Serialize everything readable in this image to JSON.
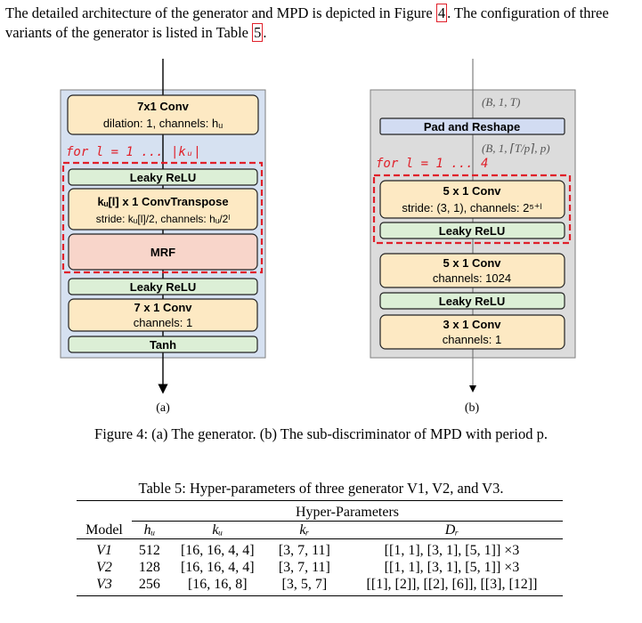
{
  "intro": {
    "part1": "The detailed architecture of the generator and MPD is depicted in Figure ",
    "fig_ref": "4",
    "part2": ". The configuration of three variants of the generator is listed in Table ",
    "table_ref": "5",
    "part3": "."
  },
  "generator": {
    "conv_in_title": "7x1 Conv",
    "conv_in_sub": "dilation: 1, channels: hᵤ",
    "loop_label": "for  l = 1 ... |kᵤ|",
    "leaky1": "Leaky ReLU",
    "convt_title": "kᵤ[l] x 1  ConvTranspose",
    "convt_sub": "stride: kᵤ[l]/2, channels: hᵤ/2ˡ",
    "mrf": "MRF",
    "leaky2": "Leaky ReLU",
    "conv_out_title": "7 x 1  Conv",
    "conv_out_sub": "channels: 1",
    "tanh": "Tanh",
    "label": "(a)"
  },
  "mpd": {
    "shape_in": "(B, 1, T)",
    "pad": "Pad and Reshape",
    "shape_mid": "(B, 1, ⌈T/p⌉, p)",
    "loop_label": "for  l = 1 ... 4",
    "conv1_title": "5 x 1  Conv",
    "conv1_sub": "stride: (3, 1), channels: 2⁵⁺ˡ",
    "leaky1": "Leaky ReLU",
    "conv2_title": "5 x 1  Conv",
    "conv2_sub": "channels: 1024",
    "leaky2": "Leaky ReLU",
    "conv3_title": "3 x 1  Conv",
    "conv3_sub": "channels: 1",
    "label": "(b)"
  },
  "figure_caption": "Figure 4: (a) The generator. (b) The sub-discriminator of MPD with period p.",
  "table": {
    "caption": "Table 5: Hyper-parameters of three generator V1, V2, and V3.",
    "group_header": "Hyper-Parameters",
    "columns": [
      "Model",
      "hᵤ",
      "kᵤ",
      "kᵣ",
      "Dᵣ"
    ],
    "rows": [
      [
        "V1",
        "512",
        "[16, 16, 4, 4]",
        "[3, 7, 11]",
        "[[1, 1], [3, 1], [5, 1]] ×3"
      ],
      [
        "V2",
        "128",
        "[16, 16, 4, 4]",
        "[3, 7, 11]",
        "[[1, 1], [3, 1], [5, 1]] ×3"
      ],
      [
        "V3",
        "256",
        "[16, 16, 8]",
        "[3, 5, 7]",
        "[[1], [2]], [[2], [6]], [[3], [12]]"
      ]
    ]
  },
  "colors": {
    "gen_bg": "#d6e1f1",
    "mpd_bg": "#dcdcdc",
    "conv_fill": "#fde9c3",
    "act_fill": "#dcefd6",
    "mrf_fill": "#f8d5ca",
    "pad_fill": "#d2dcf2",
    "loop_red": "#e0202a"
  }
}
